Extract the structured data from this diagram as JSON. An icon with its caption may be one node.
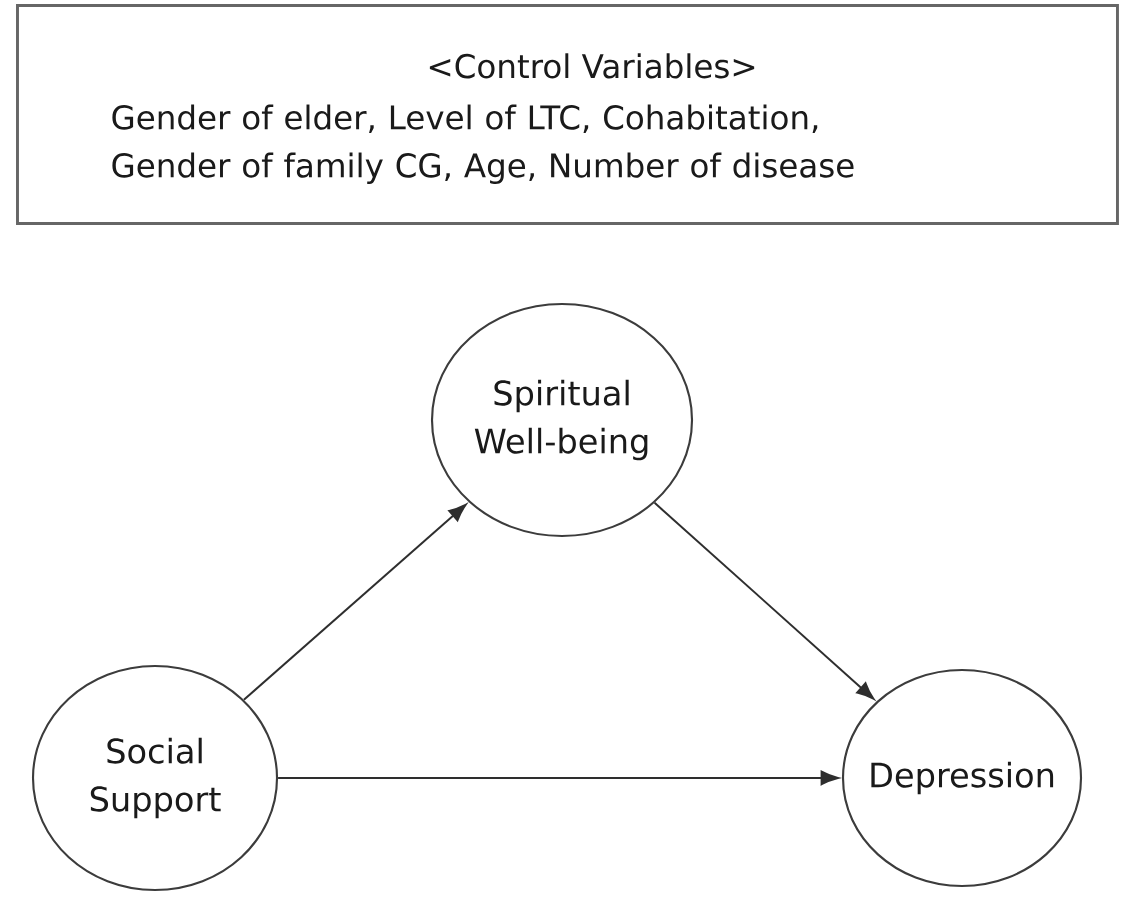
{
  "diagram": {
    "nodes": [
      {
        "text": [
          "<Control Variables>",
          "Gender of elder, Level of LTC, Cohabitation, Gender of family CG, Age, Number of disease"
        ]
      },
      {
        "text": [
          "Spiritual Well-being"
        ]
      },
      {
        "text": [
          "Social Support"
        ]
      },
      {
        "text": [
          "Depression"
        ]
      }
    ],
    "edges": [
      {
        "from": 2,
        "to": 1,
        "arrow": "to"
      },
      {
        "from": 1,
        "to": 3,
        "arrow": "to"
      },
      {
        "from": 2,
        "to": 3,
        "arrow": "to"
      }
    ]
  }
}
